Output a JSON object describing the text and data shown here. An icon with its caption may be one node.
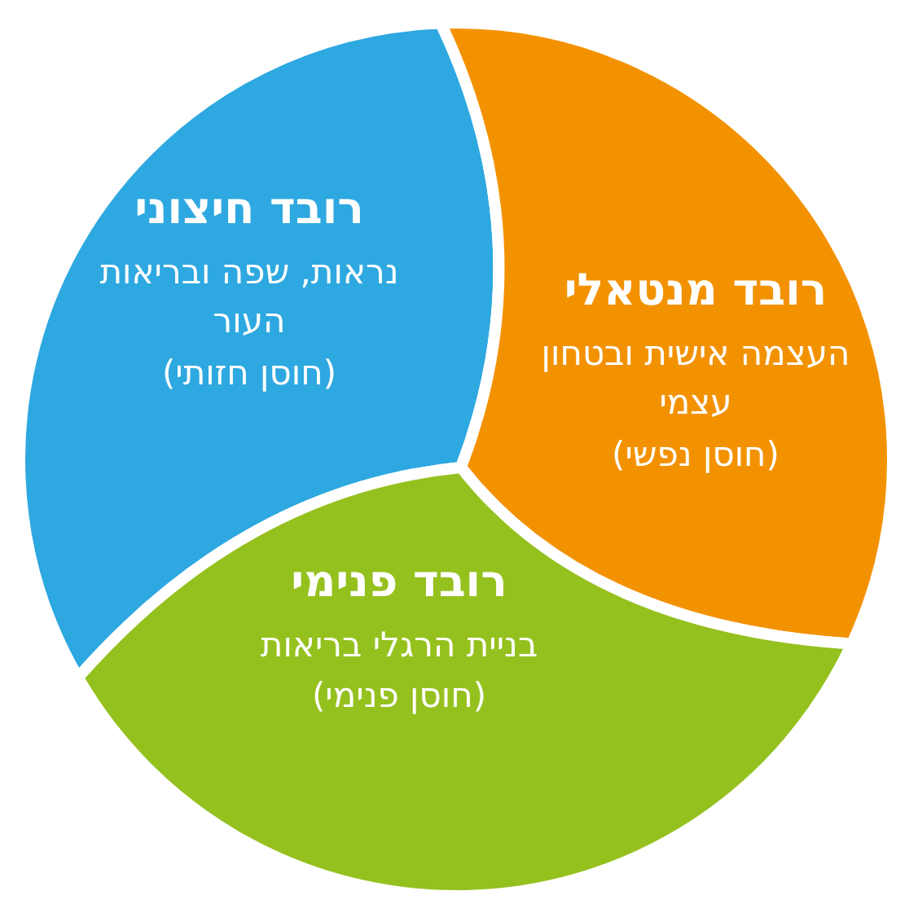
{
  "diagram": {
    "nodes": [
      {
        "text": [
          "רובד חיצוני",
          "נראות, שפה ובריאות העור",
          "(חוסן חזותי)"
        ]
      },
      {
        "text": [
          "רובד מנטאלי",
          "העצמה אישית ובטחון עצמי",
          "(חוסן נפשי)"
        ]
      },
      {
        "text": [
          "רובד פנימי",
          "בניית הרגלי בריאות",
          "(חוסן פנימי)"
        ]
      }
    ]
  }
}
